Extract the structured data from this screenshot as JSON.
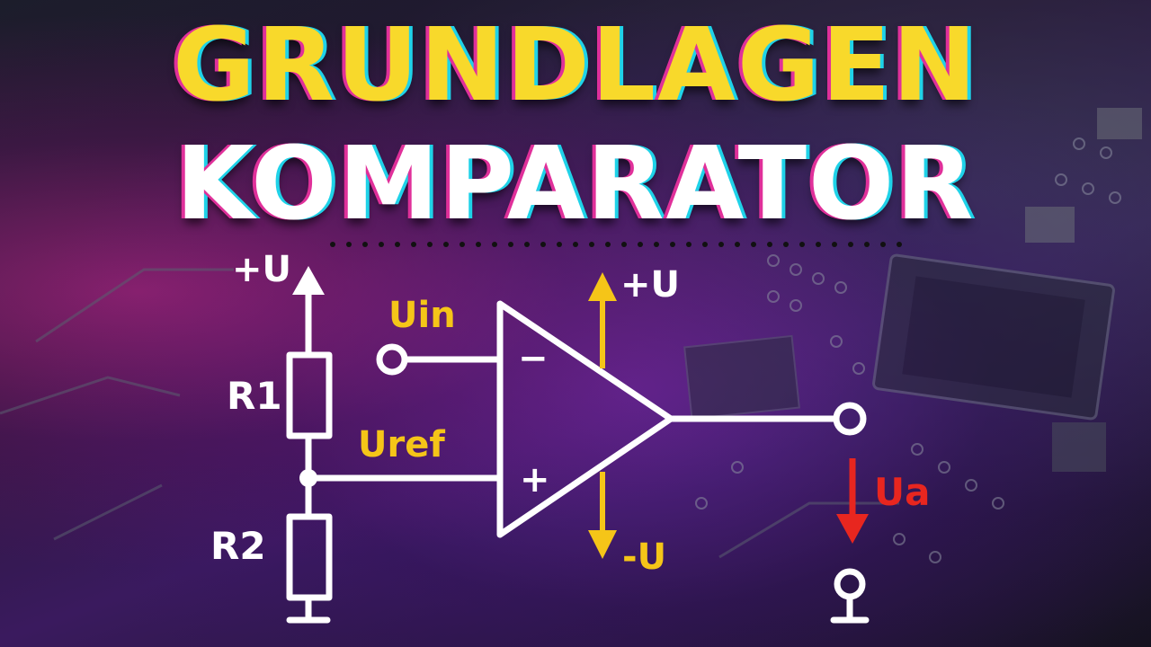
{
  "title": {
    "line1": "GRUNDLAGEN",
    "line2": "KOMPARATOR"
  },
  "circuit": {
    "supply_top_label": "+U",
    "resistor1_label": "R1",
    "resistor2_label": "R2",
    "input_label": "Uin",
    "reference_label": "Uref",
    "opamp_minus": "−",
    "opamp_plus": "+",
    "opamp_pos_supply_label": "+U",
    "opamp_neg_supply_label": "-U",
    "output_label": "Ua"
  },
  "colors": {
    "title1": "#f8d92b",
    "title2": "#ffffff",
    "wire": "#ffffff",
    "label": "#ffffff",
    "accent_yellow": "#f5c518",
    "accent_red": "#e8261f"
  }
}
